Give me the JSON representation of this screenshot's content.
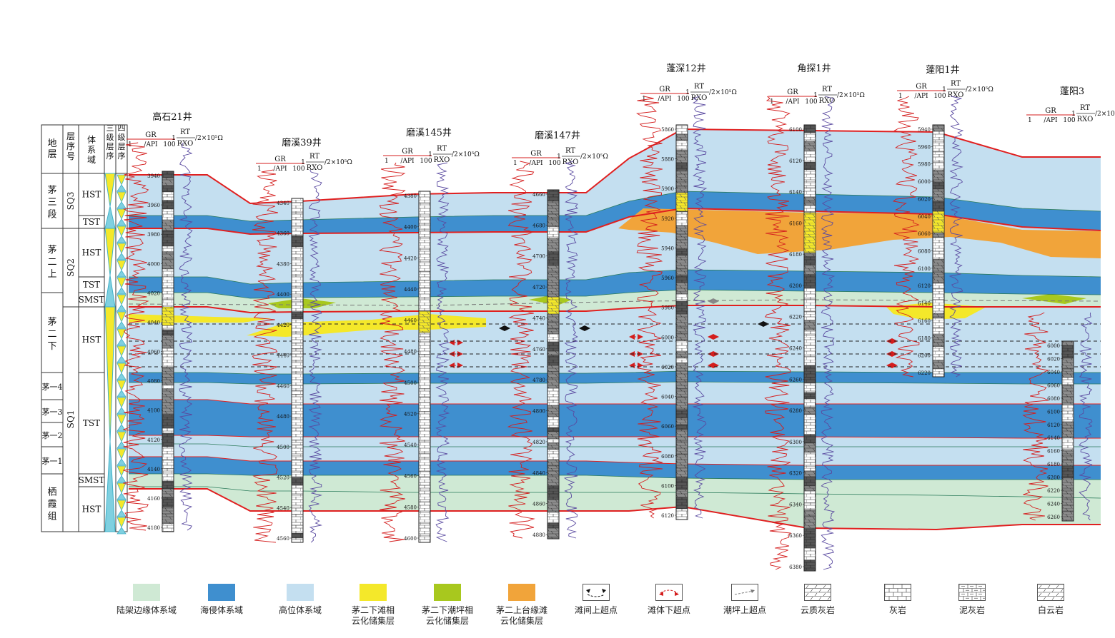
{
  "colors": {
    "littoral": "#cfe9d4",
    "transgressive": "#3f8fcf",
    "highstand": "#c4dff0",
    "beach_dolomite": "#f4e82a",
    "tidal_dolomite": "#a8c81e",
    "margin_dolomite": "#f1a43a",
    "sequence_boundary": "#e02020",
    "curve": "#d41e1e",
    "rt_curve": "#5a4aa0"
  },
  "strat_table": {
    "headers": [
      "地层",
      "层序号",
      "体系域",
      "三级层序",
      "四级层序"
    ],
    "formations": [
      "茅三段",
      "茅二上",
      "茅二下",
      "茅一4",
      "茅一3",
      "茅一2",
      "茅一1",
      "栖霞组"
    ],
    "formation_labels": {
      "mao3": "茅\n三\n段",
      "mao2s": "茅\n二\n上",
      "mao2x": "茅\n二\n下",
      "mao14": "茅一4",
      "mao13": "茅一3",
      "mao12": "茅一2",
      "mao11": "茅一1",
      "qixia": "栖\n霞\n组"
    },
    "sequences": [
      "SQ3",
      "SQ2",
      "SQ1"
    ],
    "system_tracts": [
      "HST",
      "TST",
      "HST",
      "TST",
      "SMST",
      "HST",
      "TST",
      "SMST",
      "HST"
    ]
  },
  "wells": [
    {
      "name": "高石21井",
      "depths": [
        "3940",
        "3960",
        "3980",
        "4000",
        "4020",
        "4040",
        "4060",
        "4080",
        "4100",
        "4120",
        "4140",
        "4160",
        "4180"
      ]
    },
    {
      "name": "磨溪39井",
      "depths": [
        "4340",
        "4360",
        "4380",
        "4400",
        "4420",
        "4440",
        "4460",
        "4480",
        "4500",
        "4520",
        "4540",
        "4560"
      ]
    },
    {
      "name": "磨溪145井",
      "depths": [
        "4380",
        "4400",
        "4420",
        "4440",
        "4460",
        "4480",
        "4500",
        "4520",
        "4540",
        "4560",
        "4580",
        "4600"
      ]
    },
    {
      "name": "磨溪147井",
      "depths": [
        "4660",
        "4680",
        "4700",
        "4720",
        "4740",
        "4760",
        "4780",
        "4800",
        "4820",
        "4840",
        "4860",
        "4880"
      ]
    },
    {
      "name": "蓬深12井",
      "depths": [
        "5860",
        "5880",
        "5900",
        "5920",
        "5940",
        "5960",
        "5980",
        "6000",
        "6020",
        "6040",
        "6060",
        "6080",
        "6100",
        "6120"
      ]
    },
    {
      "name": "角探1井",
      "depths": [
        "6100",
        "6120",
        "6140",
        "6160",
        "6180",
        "6200",
        "6220",
        "6240",
        "6260",
        "6280",
        "6300",
        "6320",
        "6340",
        "6360",
        "6380"
      ]
    },
    {
      "name": "蓬阳1井",
      "depths": [
        "5940",
        "5960",
        "5980",
        "6000",
        "6020",
        "6040",
        "6060",
        "6080",
        "6100",
        "6120",
        "6140",
        "6160",
        "6180",
        "6200",
        "6220"
      ]
    },
    {
      "name": "蓬阳3",
      "depths": [
        "6000",
        "6020",
        "6040",
        "6060",
        "6080",
        "6100",
        "6120",
        "6140",
        "6160",
        "6180",
        "6200",
        "6220",
        "6240",
        "6260"
      ]
    }
  ],
  "log_header": {
    "gr_label": "GR",
    "gr_unit": "/API",
    "gr_min": "1",
    "gr_max": "100",
    "rt_label": "RT",
    "rxo_label": "RXO",
    "rt_min": "1",
    "rt_unit": "/2×10⁵Ω"
  },
  "legend": [
    {
      "label": "陆架边缘体系域",
      "type": "swatch",
      "color": "#cfe9d4"
    },
    {
      "label": "海侵体系域",
      "type": "swatch",
      "color": "#3f8fcf"
    },
    {
      "label": "高位体系域",
      "type": "swatch",
      "color": "#c4dff0"
    },
    {
      "label": "茅二下滩相\n云化储集层",
      "type": "swatch",
      "color": "#f4e82a"
    },
    {
      "label": "茅二下潮坪相\n云化储集层",
      "type": "swatch",
      "color": "#a8c81e"
    },
    {
      "label": "茅二上台缘滩\n云化储集层",
      "type": "swatch",
      "color": "#f1a43a"
    },
    {
      "label": "滩间上超点",
      "type": "onlap-black"
    },
    {
      "label": "滩体下超点",
      "type": "downlap-red"
    },
    {
      "label": "潮坪上超点",
      "type": "onlap-gray"
    },
    {
      "label": "云质灰岩",
      "type": "rock-dolomitic"
    },
    {
      "label": "灰岩",
      "type": "rock-limestone"
    },
    {
      "label": "泥灰岩",
      "type": "rock-marl"
    },
    {
      "label": "白云岩",
      "type": "rock-dolomite"
    }
  ]
}
